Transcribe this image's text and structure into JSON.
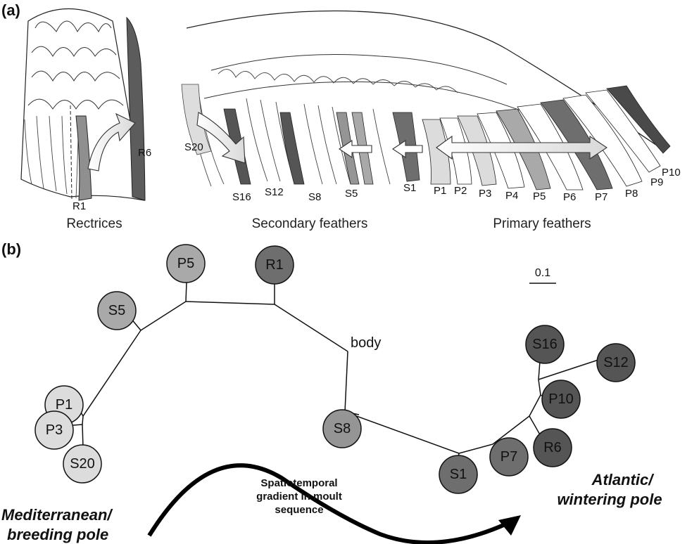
{
  "panel_a": {
    "label": "(a)",
    "group_labels": {
      "rectrices": "Rectrices",
      "secondary": "Secondary feathers",
      "primary": "Primary feathers"
    },
    "rectrix_labels": [
      "R1",
      "R6"
    ],
    "wing_labels": [
      "S20",
      "S16",
      "S12",
      "S8",
      "S5",
      "S1",
      "P1",
      "P2",
      "P3",
      "P4",
      "P5",
      "P6",
      "P7",
      "P8",
      "P9",
      "P10"
    ]
  },
  "panel_b": {
    "label": "(b)",
    "scale_label": "0.1",
    "body_label": "body",
    "nodes": [
      {
        "id": "P5",
        "label": "P5",
        "color": "#a9a9a9"
      },
      {
        "id": "R1",
        "label": "R1",
        "color": "#6e6e6e"
      },
      {
        "id": "S5",
        "label": "S5",
        "color": "#a9a9a9"
      },
      {
        "id": "P1",
        "label": "P1",
        "color": "#dcdcdc"
      },
      {
        "id": "P3",
        "label": "P3",
        "color": "#dcdcdc"
      },
      {
        "id": "S20",
        "label": "S20",
        "color": "#dcdcdc"
      },
      {
        "id": "S8",
        "label": "S8",
        "color": "#959595"
      },
      {
        "id": "S1",
        "label": "S1",
        "color": "#6e6e6e"
      },
      {
        "id": "P7",
        "label": "P7",
        "color": "#6e6e6e"
      },
      {
        "id": "R6",
        "label": "R6",
        "color": "#555555"
      },
      {
        "id": "P10",
        "label": "P10",
        "color": "#555555"
      },
      {
        "id": "S16",
        "label": "S16",
        "color": "#555555"
      },
      {
        "id": "S12",
        "label": "S12",
        "color": "#555555"
      }
    ],
    "left_pole": [
      "Mediterranean/",
      "breeding pole"
    ],
    "right_pole": [
      "Atlantic/",
      "wintering pole"
    ],
    "gradient_label": [
      "Spatiotemporal",
      "gradient in moult",
      "sequence"
    ]
  }
}
